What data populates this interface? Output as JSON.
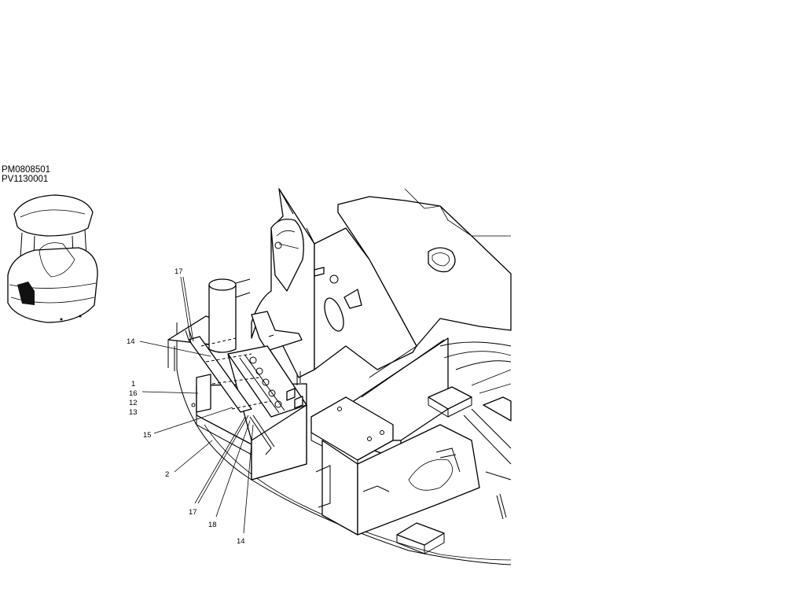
{
  "figure_codes": [
    "PM0808501",
    "PV1130001"
  ],
  "callouts": {
    "c17_top": "17",
    "c14_left": "14",
    "c1": "1",
    "c16": "16",
    "c12": "12",
    "c13": "13",
    "c15": "15",
    "c2": "2",
    "c17_bottom": "17",
    "c18": "18",
    "c14_bottom": "14"
  }
}
